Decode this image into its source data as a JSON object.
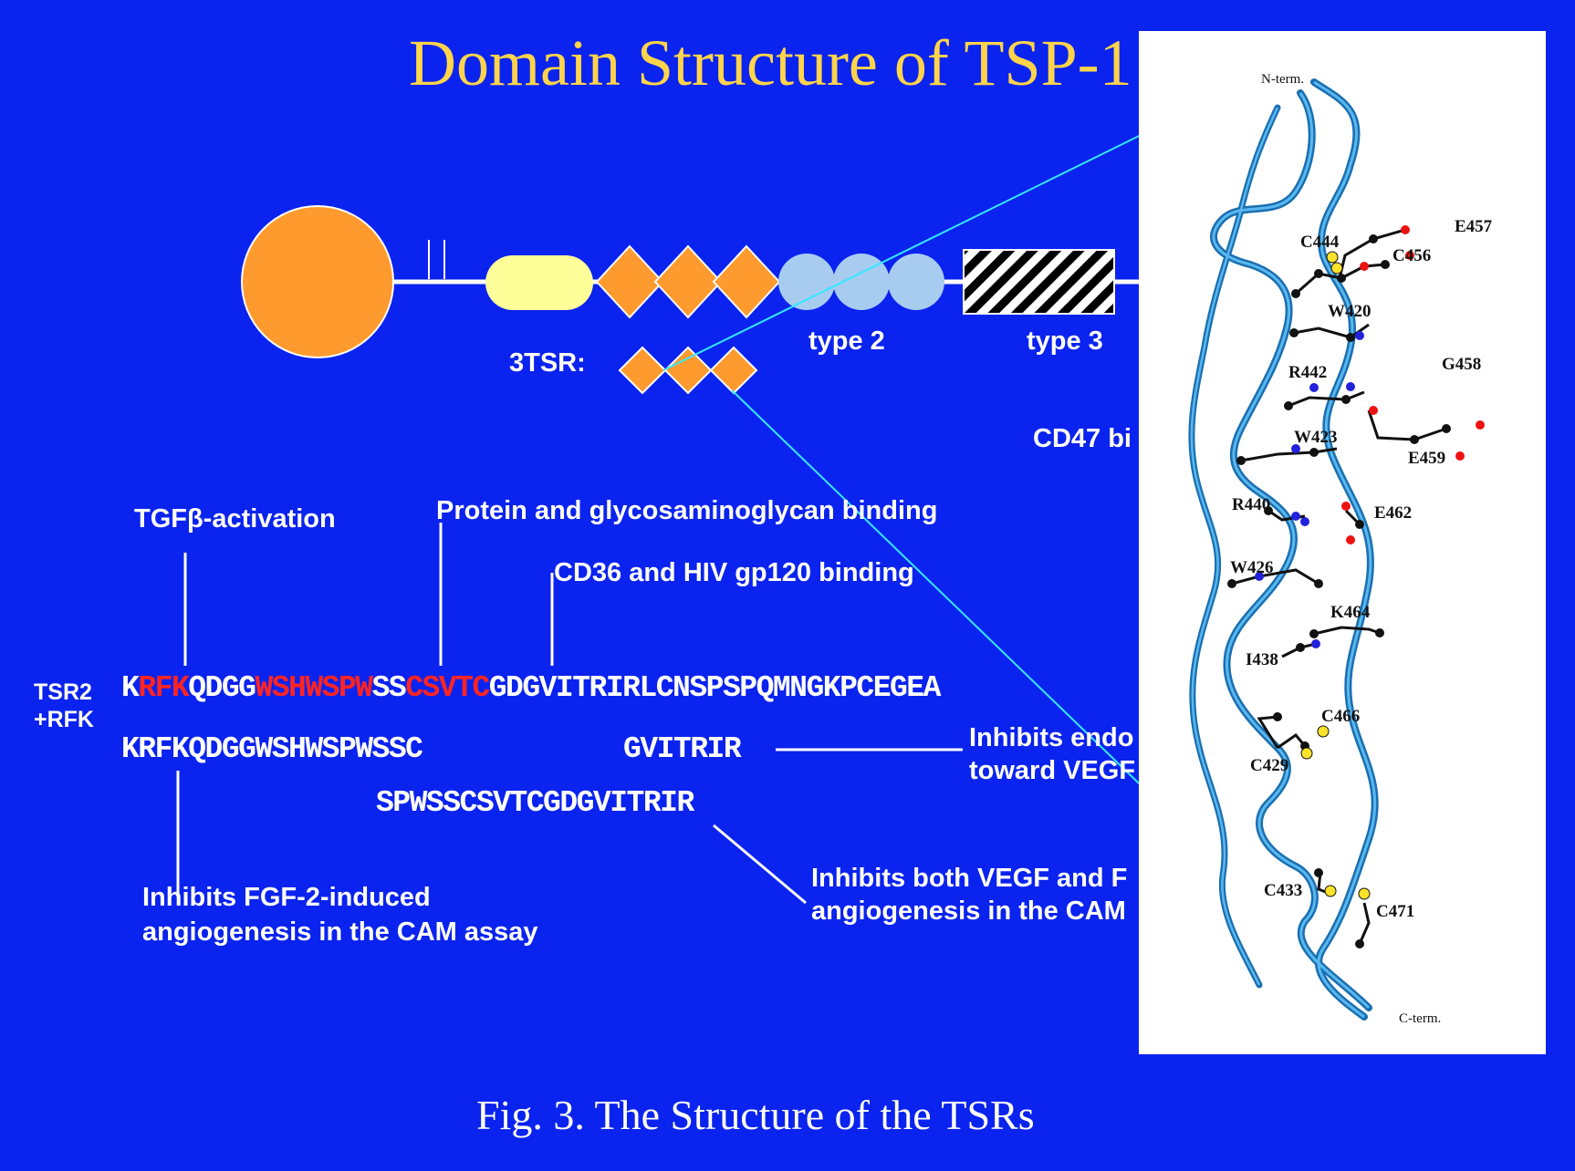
{
  "title": "Domain Structure of TSP-1",
  "caption": "Fig. 3. The Structure of the TSRs",
  "domain_labels": {
    "tsr3": "3TSR:",
    "type2": "type 2",
    "type3": "type 3",
    "cd47": "CD47 bi"
  },
  "annotations": {
    "tgf": "TGFβ-activation",
    "protein_gag": "Protein and glycosaminoglycan binding",
    "cd36": "CD36 and HIV gp120 binding",
    "inhibits_endo_1": "Inhibits endo",
    "inhibits_endo_2": "toward VEGF",
    "inhibits_fgf_1": "Inhibits FGF-2-induced",
    "inhibits_fgf_2": "angiogenesis in the CAM assay",
    "inhibits_both_1": "Inhibits both VEGF and F",
    "inhibits_both_2": "angiogenesis in the CAM"
  },
  "sequence_label": {
    "line1": "TSR2",
    "line2": "+RFK"
  },
  "sequence": {
    "s1": "K",
    "s2": "RFK",
    "s3": "QDGG",
    "s4": "WSHWSPW",
    "s5": "SS",
    "s6": "CSVTC",
    "s7": "GDGVITRIRLCNSPSPQMNGKPCEGEA"
  },
  "peptides": {
    "p1": "KRFKQDGGWSHWSPWSSC",
    "p2": "GVITRIR",
    "p3": "SPWSSCSVTCGDGVITRIR"
  },
  "structure": {
    "n_term": "N-term.",
    "c_term": "C-term.",
    "residues": [
      "C444",
      "C456",
      "E457",
      "W420",
      "G458",
      "R442",
      "W423",
      "E459",
      "R440",
      "E462",
      "W426",
      "K464",
      "I438",
      "C466",
      "C429",
      "C433",
      "C471"
    ]
  },
  "colors": {
    "background": "#0a23ee",
    "title": "#ffd44a",
    "highlight": "#ff2424",
    "globular": "#ff9a2e",
    "oval": "#ffff99",
    "type2": "#a8ccf0",
    "ribbon": "#2a8fd6"
  }
}
